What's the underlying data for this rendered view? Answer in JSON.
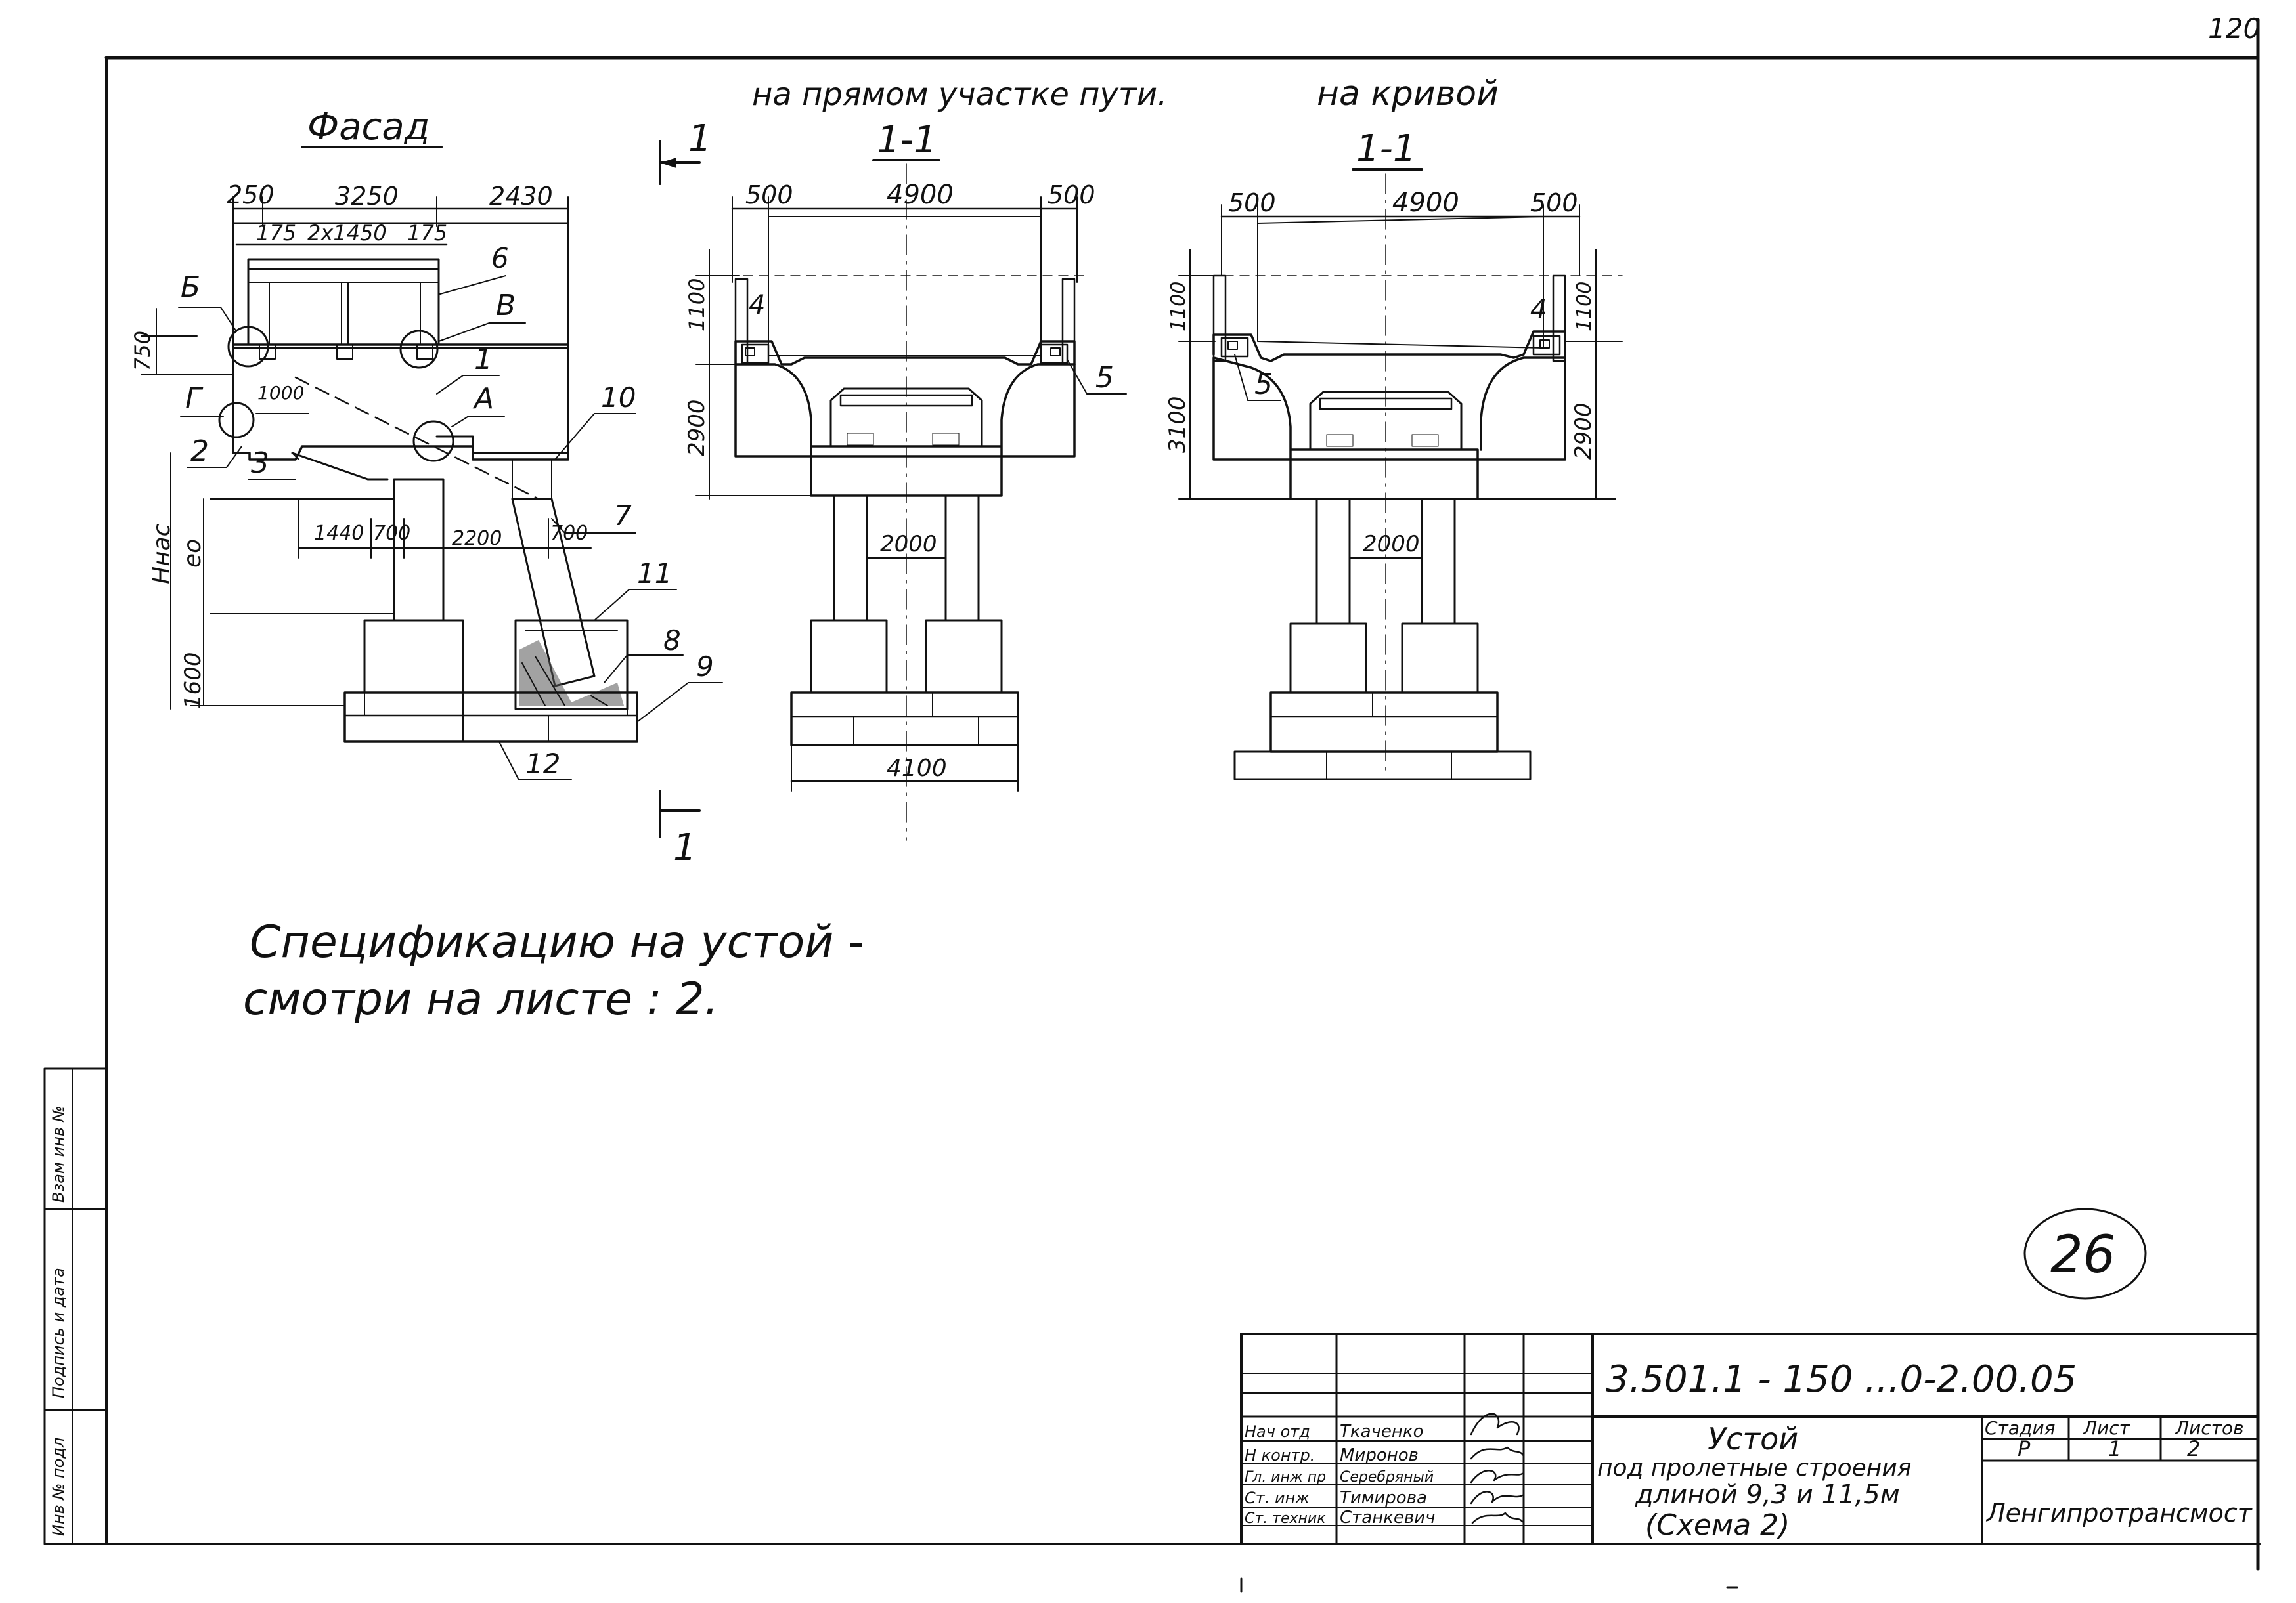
{
  "page_number": "120",
  "header": {
    "straight": "на прямом участке пути.",
    "curve": "на кривой"
  },
  "facade": {
    "title": "Фасад",
    "dims": {
      "d250": "250",
      "d3250": "3250",
      "d2430": "2430",
      "d175a": "175",
      "d2x1450": "2x1450",
      "d175b": "175",
      "d750": "750",
      "d1000": "1000",
      "d1440": "1440",
      "d700a": "700",
      "d2200": "2200",
      "d700b": "700",
      "d1600": "1600",
      "hnas": "Hнас",
      "eo": "eo"
    },
    "letters": {
      "b": "Б",
      "v": "В",
      "a": "А",
      "g": "Г"
    },
    "items": {
      "n1": "1",
      "n2": "2",
      "n3": "3",
      "n6": "6",
      "n7": "7",
      "n8": "8",
      "n9": "9",
      "n10": "10",
      "n11": "11",
      "n12": "12"
    }
  },
  "section_straight": {
    "title": "1-1",
    "dims": {
      "d500a": "500",
      "d4900": "4900",
      "d500b": "500",
      "d1100": "1100",
      "d2900": "2900",
      "d2000": "2000",
      "d4100": "4100"
    },
    "items": {
      "n4": "4",
      "n5": "5"
    }
  },
  "section_curve": {
    "title": "1-1",
    "dims": {
      "d500a": "500",
      "d4900": "4900",
      "d500b": "500",
      "d1100a": "1100",
      "d3100": "3100",
      "d1100b": "1100",
      "d2900": "2900",
      "d2000": "2000"
    },
    "items": {
      "n4": "4",
      "n5": "5"
    }
  },
  "cut_marker": {
    "top": "1",
    "bottom": "1"
  },
  "note": {
    "line1": "Спецификацию на устой -",
    "line2": "смотри на листе : 2."
  },
  "sheet_stamp": "26",
  "side_stamp": {
    "c1": "Инв № подл",
    "c2": "Подпись и дата",
    "c3": "Взам инв №"
  },
  "title_block": {
    "code": "3.501.1 - 150 ...0-2.00.05",
    "title_line1": "Устой",
    "title_line2": "под пролетные строения",
    "title_line3": "длиной 9,3 и 11,5м",
    "title_line4": "(Схема 2)",
    "stage_header": "Стадия",
    "sheet_header": "Лист",
    "sheets_header": "Листов",
    "stage": "Р",
    "sheet": "1",
    "sheets": "2",
    "org": "Ленгипротрансмост",
    "roles": [
      "Нач отд",
      "Н контр.",
      "Гл. инж пр",
      "Ст. инж",
      "Ст. техник"
    ],
    "names": [
      "Ткаченко",
      "Миронов",
      "Серебряный",
      "Тимирова",
      "Станкевич"
    ]
  }
}
